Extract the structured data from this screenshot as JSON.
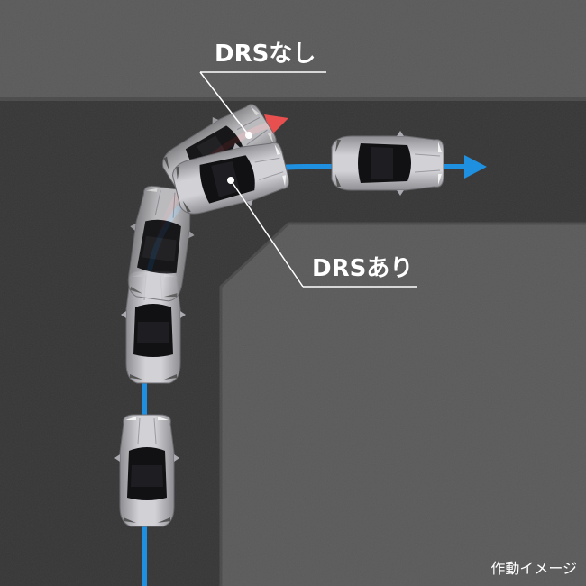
{
  "labels": {
    "without_drs": "DRSなし",
    "with_drs": "DRSあり"
  },
  "caption": "作動イメージ",
  "colors": {
    "road": "#363636",
    "sidewalk": "#5a5a5a",
    "with_drs_path": "#1f8fe0",
    "without_drs_path": "#e04040",
    "car_body": "#b9b9bd",
    "label_text": "#ffffff"
  }
}
